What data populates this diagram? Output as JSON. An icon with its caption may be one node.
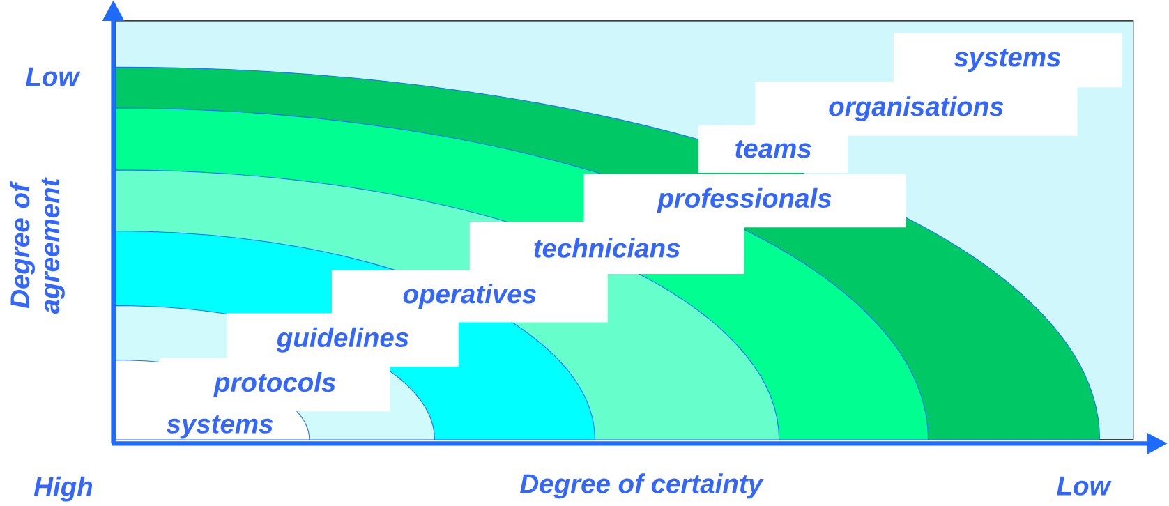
{
  "diagram": {
    "nodes": [
      {
        "text": [
          "systems"
        ]
      },
      {
        "text": [
          "organisations"
        ]
      },
      {
        "text": [
          "teams"
        ]
      },
      {
        "text": [
          "professionals"
        ]
      },
      {
        "text": [
          "technicians"
        ]
      },
      {
        "text": [
          "operatives"
        ]
      },
      {
        "text": [
          "guidelines"
        ]
      },
      {
        "text": [
          "protocols"
        ]
      },
      {
        "text": [
          "systems"
        ]
      }
    ],
    "labels": [
      "Low",
      "Degree of agreement",
      "High",
      "Degree of certainty",
      "Low"
    ]
  }
}
